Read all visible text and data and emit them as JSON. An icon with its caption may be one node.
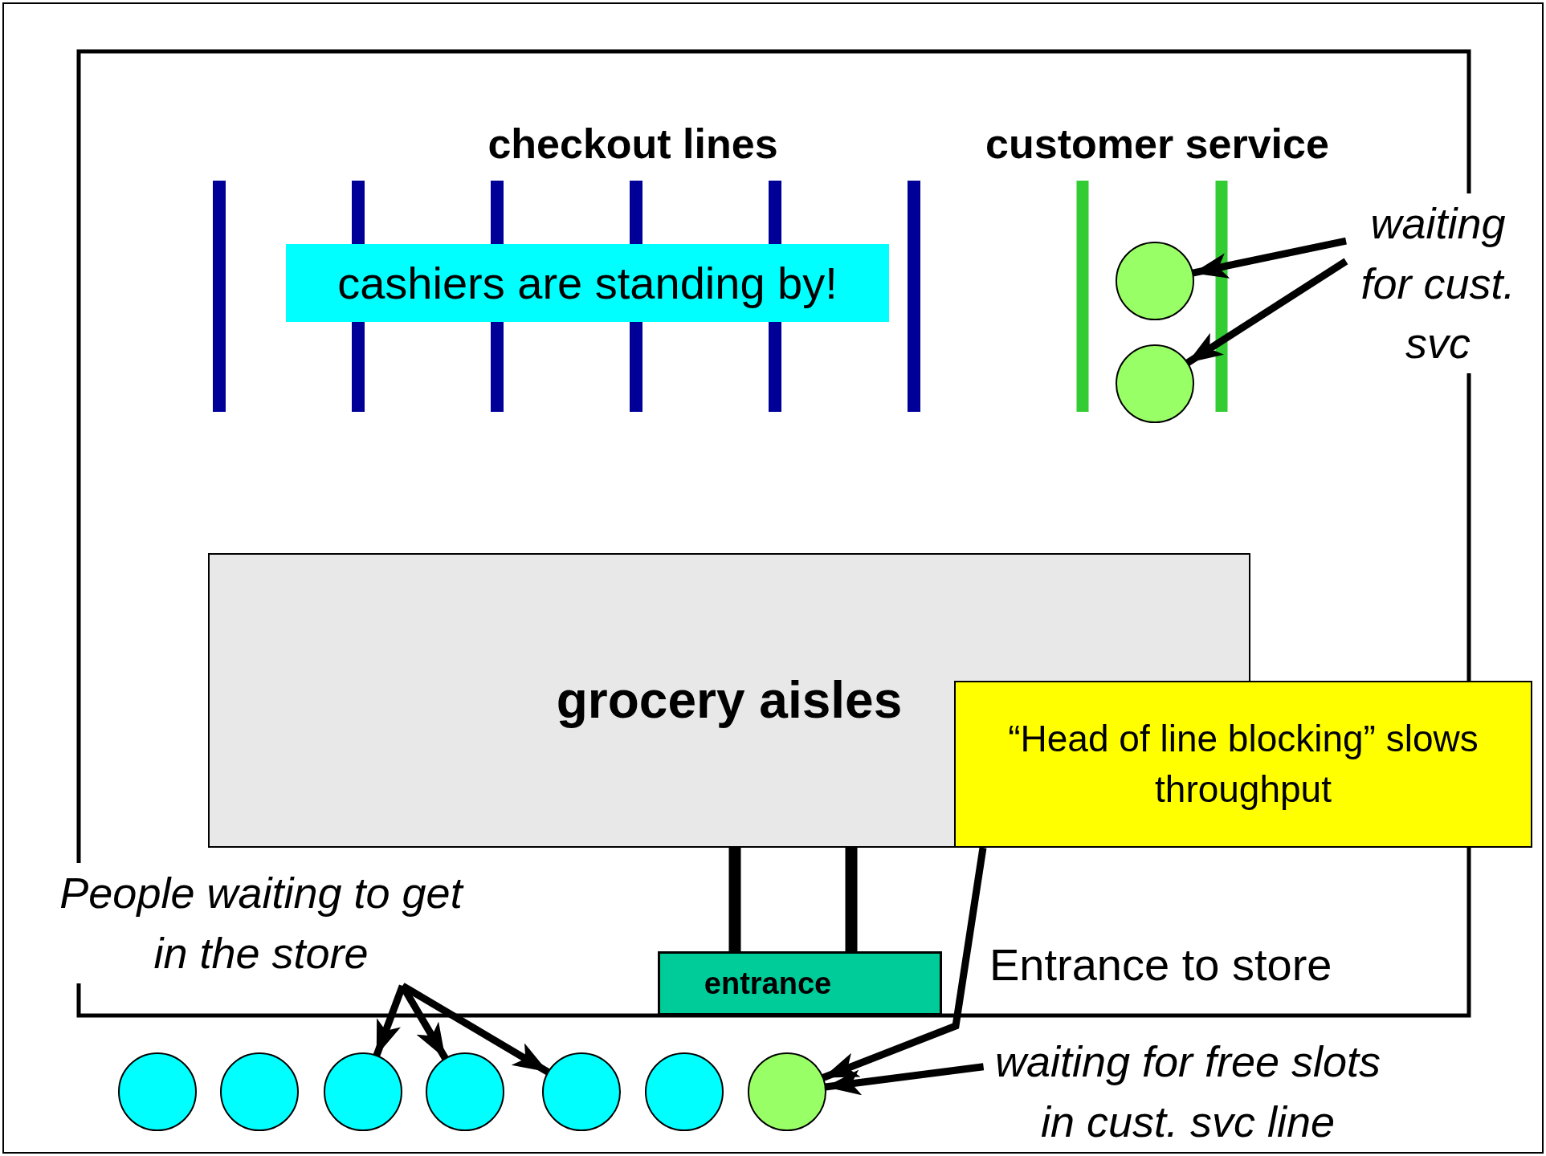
{
  "diagram": {
    "nodes": [
      {
        "text": [
          "cashiers are standing by!"
        ]
      },
      {
        "text": [],
        "shape": "circle"
      },
      {
        "text": [],
        "shape": "circle"
      },
      {
        "text": [
          "waiting for cust. svc"
        ]
      },
      {
        "text": [
          "grocery aisles"
        ]
      },
      {
        "text": [
          "“Head of line blocking” slows throughput"
        ]
      },
      {
        "text": [
          "entrance"
        ]
      },
      {
        "text": [
          "People waiting to get in the store"
        ]
      },
      {
        "text": [],
        "shape": "circle"
      },
      {
        "text": [],
        "shape": "circle"
      },
      {
        "text": [],
        "shape": "circle"
      },
      {
        "text": [],
        "shape": "circle"
      },
      {
        "text": [],
        "shape": "circle"
      },
      {
        "text": [],
        "shape": "circle"
      },
      {
        "text": [],
        "shape": "circle"
      },
      {
        "text": [
          "waiting for free slots in cust. svc line"
        ]
      }
    ],
    "edges": [
      {
        "from": 3,
        "to": 1,
        "arrow": "to"
      },
      {
        "from": 3,
        "to": 2,
        "arrow": "to"
      },
      {
        "from": 5,
        "to": 14,
        "arrow": "to"
      },
      {
        "from": 7,
        "to": 10,
        "arrow": "to"
      },
      {
        "from": 7,
        "to": 11,
        "arrow": "to"
      },
      {
        "from": 7,
        "to": 12,
        "arrow": "to"
      },
      {
        "from": 15,
        "to": 14,
        "arrow": "to"
      }
    ],
    "labels": [
      "checkout lines",
      "customer service",
      "Entrance to store"
    ]
  }
}
